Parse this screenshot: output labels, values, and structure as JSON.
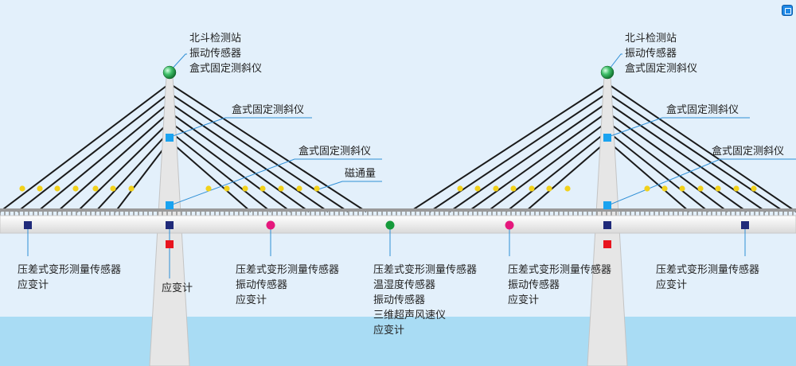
{
  "colors": {
    "sky": "#e3f0fb",
    "water": "#a9dcf4",
    "tower": "#e6e6e6",
    "deck": "#f1f1f1",
    "cable": "#1a1a1a",
    "leader": "#2f8fd6",
    "sensor_light_blue": "#1aa3f0",
    "sensor_navy": "#1f2a7a",
    "sensor_red": "#e8141e",
    "sensor_magenta": "#e5177c",
    "sensor_green": "#159a3a",
    "cable_dot": "#f2d11a"
  },
  "icons": {
    "corner_button": "panel-icon",
    "gnss_station": "green-sphere-icon"
  },
  "labels": {
    "left_tower_top": [
      "北斗检测站",
      "振动传感器",
      "盒式固定测斜仪"
    ],
    "left_tower_mid": [
      "盒式固定测斜仪"
    ],
    "left_tower_low": [
      "盒式固定测斜仪"
    ],
    "magnetic_flux": [
      "磁通量"
    ],
    "right_tower_top": [
      "北斗检测站",
      "振动传感器",
      "盒式固定测斜仪"
    ],
    "right_tower_mid": [
      "盒式固定测斜仪"
    ],
    "right_tower_low": [
      "盒式固定测斜仪"
    ],
    "deck_far_left": [
      "压差式变形测量传感器",
      "应变计"
    ],
    "left_tower_base": [
      "应变计"
    ],
    "deck_left_mid": [
      "压差式变形测量传感器",
      "振动传感器",
      "应变计"
    ],
    "deck_center": [
      "压差式变形测量传感器",
      "温湿度传感器",
      "振动传感器",
      "三维超声风速仪",
      "应变计"
    ],
    "deck_right_mid": [
      "压差式变形测量传感器",
      "振动传感器",
      "应变计"
    ],
    "deck_far_right": [
      "压差式变形测量传感器",
      "应变计"
    ]
  }
}
